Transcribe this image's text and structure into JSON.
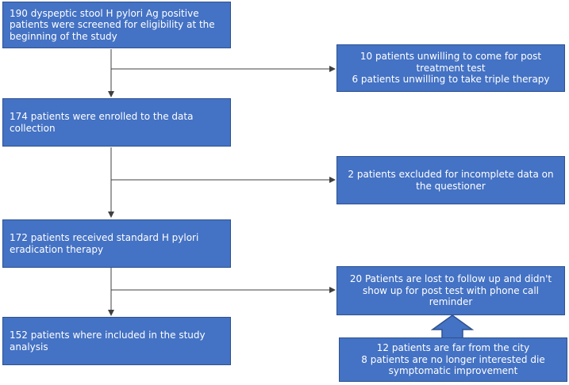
{
  "colors": {
    "box_fill": "#4472c4",
    "box_border": "#2f528f",
    "box_text": "#ffffff",
    "connector": "#404040"
  },
  "main_steps": [
    {
      "text": "190 dyspeptic stool H pylori Ag positive patients were screened for eligibility at the beginning of the study"
    },
    {
      "text": "174 patients were enrolled to the data collection"
    },
    {
      "text": "172 patients received standard H pylori eradication therapy"
    },
    {
      "text": "152 patients where included in the study analysis"
    }
  ],
  "exclusions": [
    {
      "lines": [
        "10 patients unwilling to come for post treatment test",
        "6 patients unwilling to take triple therapy"
      ]
    },
    {
      "lines": [
        "2 patients excluded for incomplete data on the questioner"
      ]
    },
    {
      "lines": [
        "20 Patients are lost to follow up and didn't show up for post test with phone call reminder"
      ]
    }
  ],
  "reasons": {
    "lines": [
      "12 patients are far from the city",
      "8 patients are no longer interested die symptomatic improvement"
    ]
  }
}
